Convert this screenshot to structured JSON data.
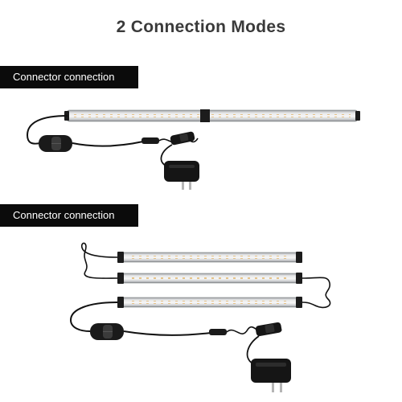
{
  "title": "2  Connection Modes",
  "modes": [
    {
      "label": "Connector connection"
    },
    {
      "label": "Connector connection"
    }
  ],
  "colors": {
    "label_background": "#0b0b0b",
    "label_text": "#ffffff",
    "title_text": "#3a3a3a",
    "bar_body": "#c9cbcd",
    "end_cap": "#1c1c1c",
    "cable": "#111111"
  }
}
